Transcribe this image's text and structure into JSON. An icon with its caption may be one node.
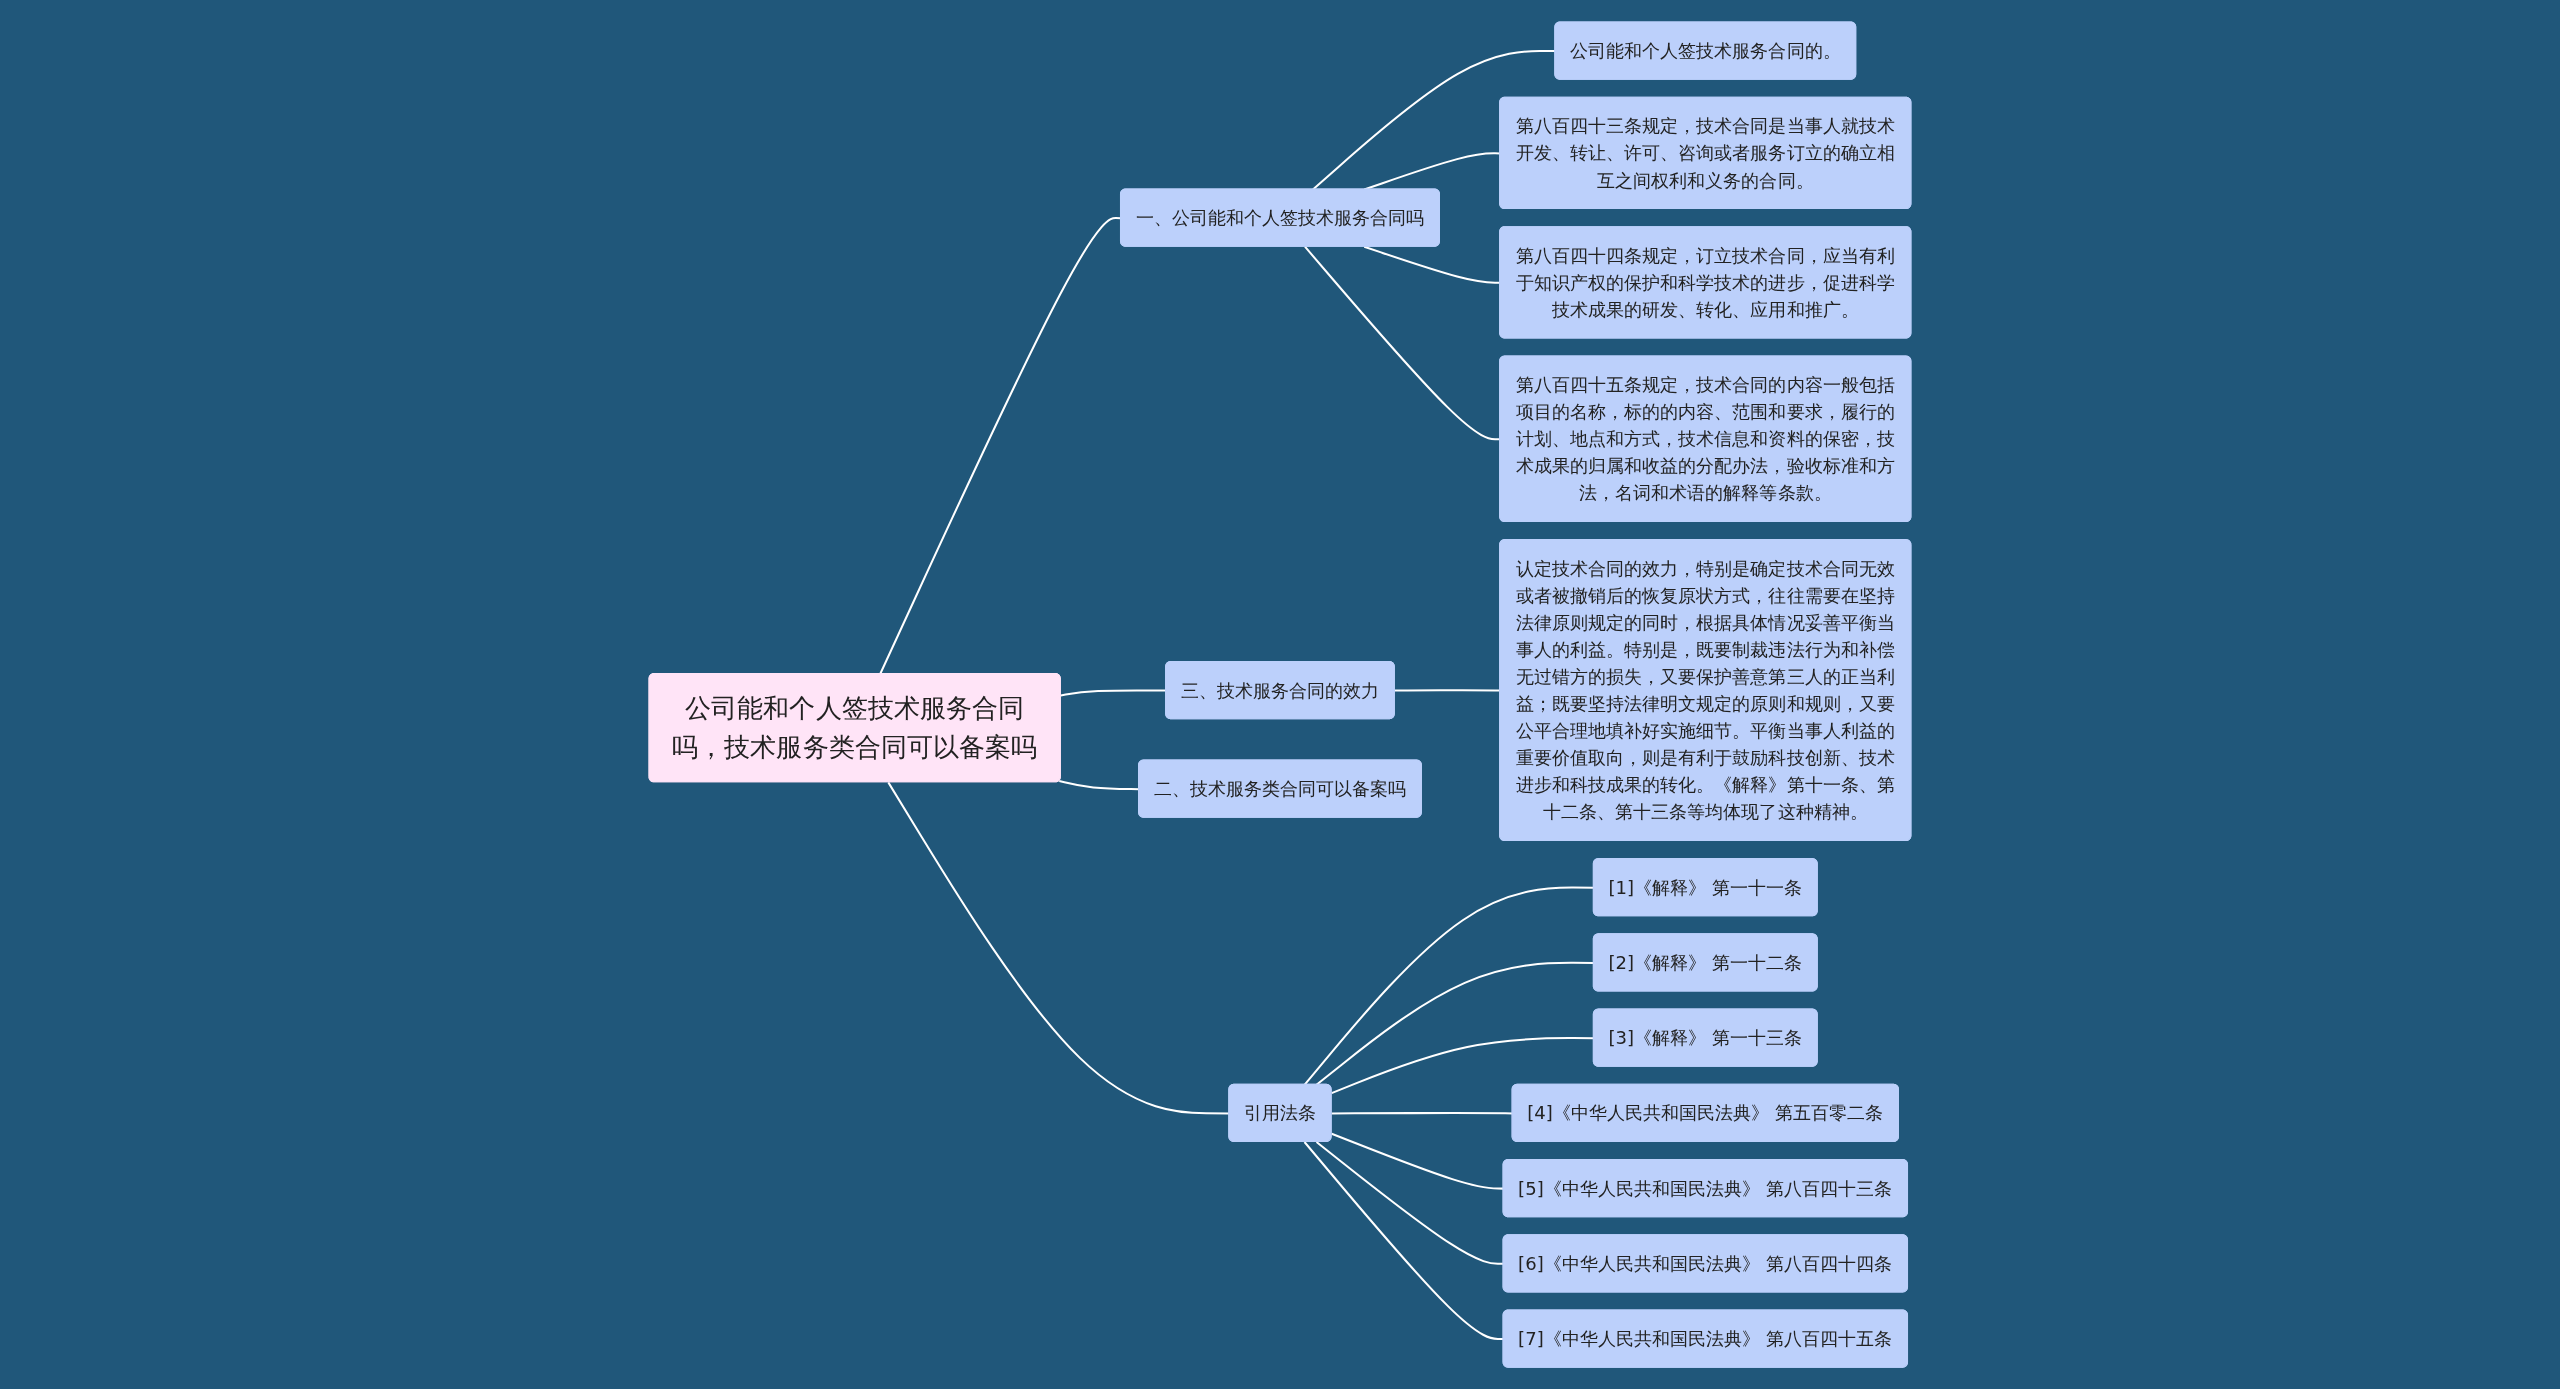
{
  "diagram": {
    "nodes": [
      {
        "text": [
          "公司能和个人签技术服务合同吗，技术服务类合同可以备案吗"
        ]
      },
      {
        "text": [
          "一、公司能和个人签技术服务合同吗"
        ]
      },
      {
        "text": [
          "公司能和个人签技术服务合同的。"
        ]
      },
      {
        "text": [
          "第八百四十三条规定，技术合同是当事人就技术开发、转让、许可、咨询或者服务订立的确立相互之间权利和义务的合同。"
        ]
      },
      {
        "text": [
          "第八百四十四条规定，订立技术合同，应当有利于知识产权的保护和科学技术的进步，促进科学技术成果的研发、转化、应用和推广。"
        ]
      },
      {
        "text": [
          "第八百四十五条规定，技术合同的内容一般包括项目的名称，标的的内容、范围和要求，履行的计划、地点和方式，技术信息和资料的保密，技术成果的归属和收益的分配办法，验收标准和方法，名词和术语的解释等条款。"
        ]
      },
      {
        "text": [
          "三、技术服务合同的效力"
        ]
      },
      {
        "text": [
          "认定技术合同的效力，特别是确定技术合同无效或者被撤销后的恢复原状方式，往往需要在坚持法律原则规定的同时，根据具体情况妥善平衡当事人的利益。特别是，既要制裁违法行为和补偿无过错方的损失，又要保护善意第三人的正当利益；既要坚持法律明文规定的原则和规则，又要公平合理地填补好实施细节。平衡当事人利益的重要价值取向，则是有利于鼓励科技创新、技术进步和科技成果的转化。《解释》第十一条、第十二条、第十三条等均体现了这种精神。"
        ]
      },
      {
        "text": [
          "二、技术服务类合同可以备案吗"
        ]
      },
      {
        "text": [
          "引用法条"
        ]
      },
      {
        "text": [
          "[1]《解释》 第一十一条"
        ]
      },
      {
        "text": [
          "[2]《解释》 第一十二条"
        ]
      },
      {
        "text": [
          "[3]《解释》 第一十三条"
        ]
      },
      {
        "text": [
          "[4]《中华人民共和国民法典》 第五百零二条"
        ]
      },
      {
        "text": [
          "[5]《中华人民共和国民法典》 第八百四十三条"
        ]
      },
      {
        "text": [
          "[6]《中华人民共和国民法典》 第八百四十四条"
        ]
      },
      {
        "text": [
          "[7]《中华人民共和国民法典》 第八百四十五条"
        ]
      }
    ],
    "edges": [
      {
        "from": 0,
        "to": 1,
        "arrow": "none"
      },
      {
        "from": 1,
        "to": 2,
        "arrow": "none"
      },
      {
        "from": 1,
        "to": 3,
        "arrow": "none"
      },
      {
        "from": 1,
        "to": 4,
        "arrow": "none"
      },
      {
        "from": 1,
        "to": 5,
        "arrow": "none"
      },
      {
        "from": 0,
        "to": 6,
        "arrow": "none"
      },
      {
        "from": 6,
        "to": 7,
        "arrow": "none"
      },
      {
        "from": 0,
        "to": 8,
        "arrow": "none"
      },
      {
        "from": 0,
        "to": 9,
        "arrow": "none"
      },
      {
        "from": 9,
        "to": 10,
        "arrow": "none"
      },
      {
        "from": 9,
        "to": 11,
        "arrow": "none"
      },
      {
        "from": 9,
        "to": 12,
        "arrow": "none"
      },
      {
        "from": 9,
        "to": 13,
        "arrow": "none"
      },
      {
        "from": 9,
        "to": 14,
        "arrow": "none"
      },
      {
        "from": 9,
        "to": 15,
        "arrow": "none"
      },
      {
        "from": 9,
        "to": 16,
        "arrow": "none"
      }
    ]
  }
}
